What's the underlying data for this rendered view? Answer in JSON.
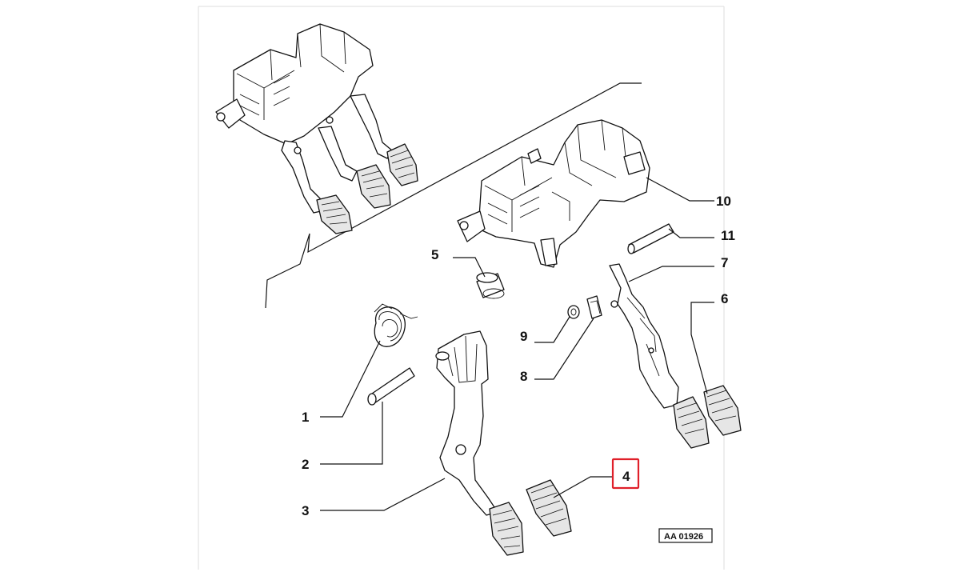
{
  "diagram": {
    "callouts": [
      "1",
      "2",
      "3",
      "4",
      "5",
      "6",
      "7",
      "8",
      "9",
      "10",
      "11"
    ],
    "highlighted_callout": "4",
    "highlight_color": "#e0202a",
    "reference_code": "AA 01926"
  }
}
